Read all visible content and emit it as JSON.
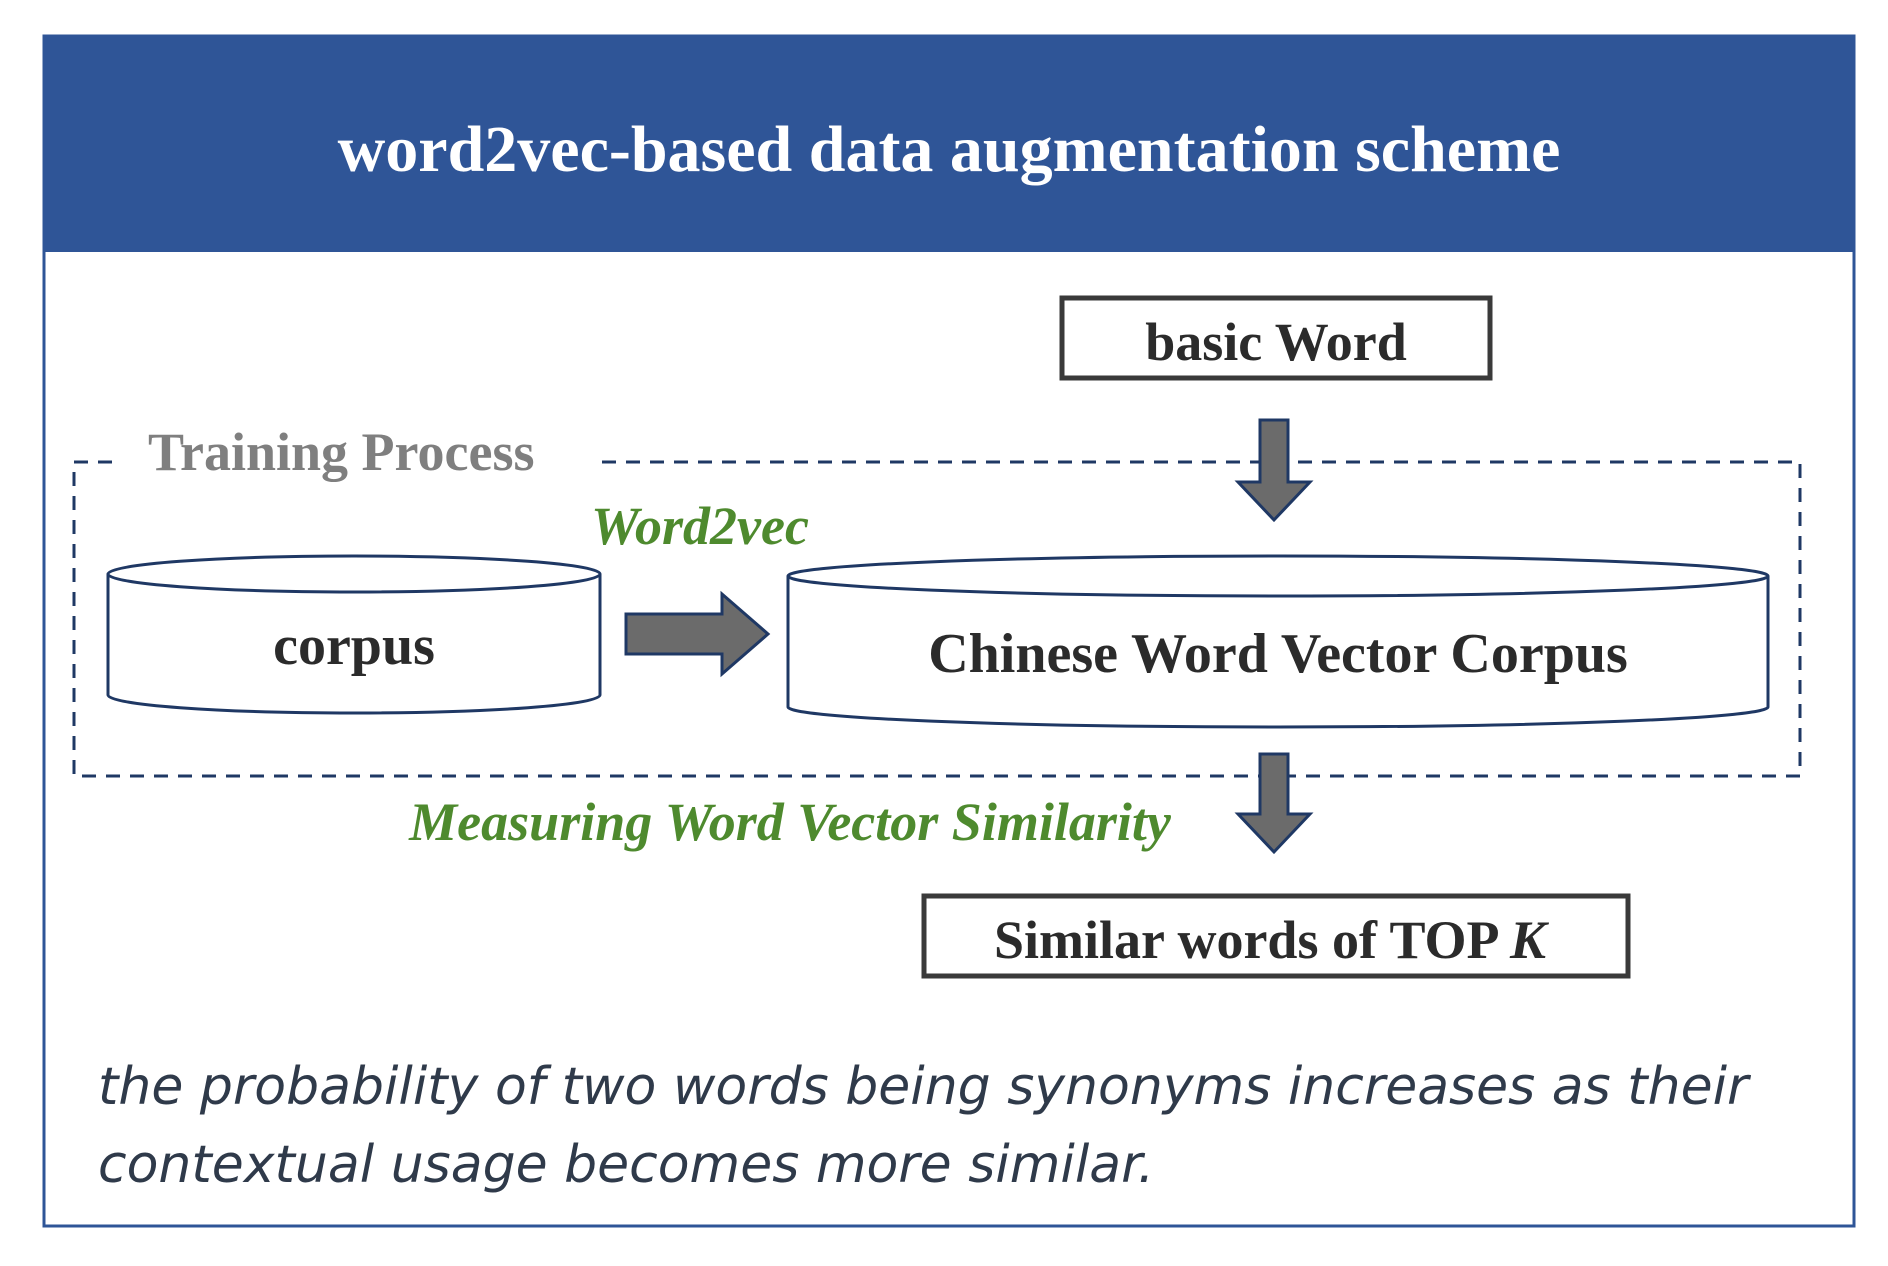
{
  "title": "word2vec-based data augmentation scheme",
  "training_process_label": "Training Process",
  "nodes": {
    "basic_word": "basic Word",
    "corpus": "corpus",
    "word_vector_corpus": "Chinese Word Vector Corpus",
    "top_k": {
      "prefix": "Similar words of TOP ",
      "variable": "K"
    }
  },
  "edge_labels": {
    "word2vec": "Word2vec",
    "similarity": "Measuring Word Vector Similarity"
  },
  "note": {
    "line1": "the probability of two words being synonyms increases as their",
    "line2": "contextual usage becomes more similar."
  },
  "colors": {
    "header": "#2f5597",
    "border": "#2f5597",
    "arrow_fill": "#6b6b6b",
    "arrow_stroke": "#1f3864",
    "green_label": "#4e8a2e",
    "grey_label": "#7f7f7f"
  }
}
